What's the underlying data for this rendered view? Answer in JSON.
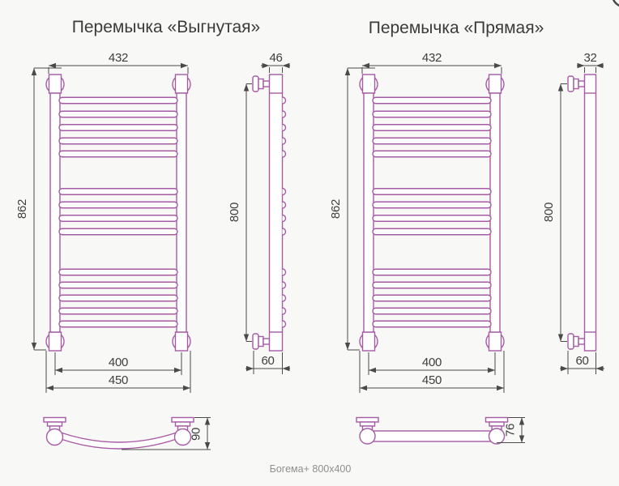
{
  "page": {
    "caption": "Богема+ 800x400"
  },
  "colors": {
    "pipe_outline": "#a65ba4",
    "dimension_lines": "#4a4a4a",
    "dimension_text": "#3e3e3e",
    "title_text": "#3b3b3b",
    "caption_text": "#8f8f8f",
    "background": "#f8f8f7"
  },
  "left": {
    "title": "Перемычка «Выгнутая»",
    "dims": {
      "top_width": "432",
      "overall_height": "862",
      "axis_width": "400",
      "overall_width": "450",
      "side_depth": "46",
      "side_height": "800",
      "wall_offset": "60",
      "bar_depth": "90"
    }
  },
  "right": {
    "title": "Перемычка «Прямая»",
    "dims": {
      "top_width": "432",
      "overall_height": "862",
      "axis_width": "400",
      "overall_width": "450",
      "side_depth": "32",
      "side_height": "800",
      "wall_offset": "60",
      "bar_depth": "76"
    }
  }
}
